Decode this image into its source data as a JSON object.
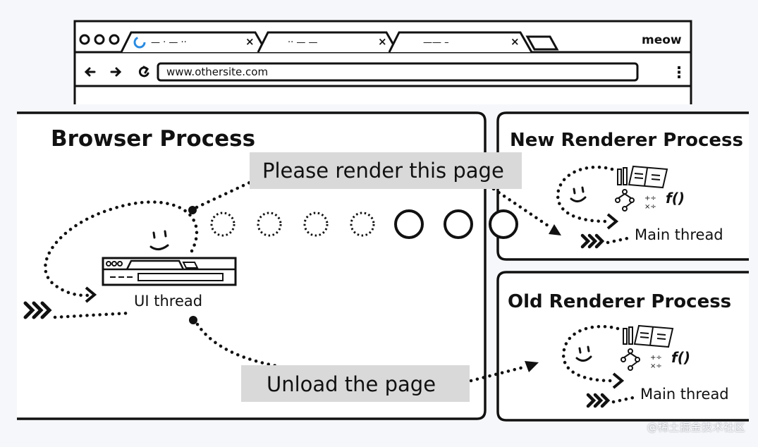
{
  "browser_chrome": {
    "tabs": [
      {
        "label": "— · — ··",
        "close": "×"
      },
      {
        "label": "·· — —",
        "close": "×"
      },
      {
        "label": "—— –",
        "close": "×"
      }
    ],
    "profile": "meow",
    "url": "www.othersite.com",
    "menu_glyph": "⋮"
  },
  "browser_process": {
    "title": "Browser Process",
    "thread_label": "UI thread"
  },
  "new_renderer": {
    "title": "New Renderer Process",
    "thread_label": "Main thread"
  },
  "old_renderer": {
    "title": "Old Renderer Process",
    "thread_label": "Main thread"
  },
  "messages": {
    "render": "Please render this page",
    "unload": "Unload the page"
  },
  "func_label": "f()",
  "watermark": "@稀土掘金技术社区"
}
